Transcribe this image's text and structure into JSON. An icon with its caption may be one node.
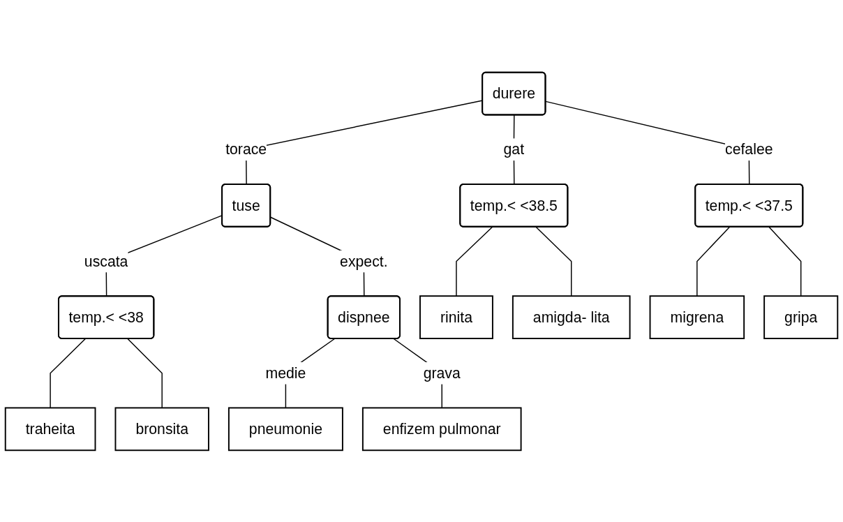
{
  "diagram": {
    "nodes": [
      {
        "text": [
          "durere"
        ]
      },
      {
        "text": [
          "tuse"
        ]
      },
      {
        "text": [
          "temp.< <38.5"
        ]
      },
      {
        "text": [
          "temp.< <37.5"
        ]
      },
      {
        "text": [
          "temp.< <38"
        ]
      },
      {
        "text": [
          "dispnee"
        ]
      },
      {
        "text": [
          "rinita"
        ]
      },
      {
        "text": [
          "amigda- lita"
        ]
      },
      {
        "text": [
          "migrena"
        ]
      },
      {
        "text": [
          "gripa"
        ]
      },
      {
        "text": [
          "traheita"
        ]
      },
      {
        "text": [
          "bronsita"
        ]
      },
      {
        "text": [
          "pneumonie"
        ]
      },
      {
        "text": [
          "enfizem pulmonar"
        ]
      }
    ],
    "edges": [
      {
        "from": 0,
        "to": 1,
        "arrow": "none",
        "label": "torace"
      },
      {
        "from": 0,
        "to": 2,
        "arrow": "none",
        "label": "gat"
      },
      {
        "from": 0,
        "to": 3,
        "arrow": "none",
        "label": "cefalee"
      },
      {
        "from": 1,
        "to": 4,
        "arrow": "none",
        "label": "uscata"
      },
      {
        "from": 1,
        "to": 5,
        "arrow": "none",
        "label": "expect."
      },
      {
        "from": 2,
        "to": 6,
        "arrow": "none"
      },
      {
        "from": 2,
        "to": 7,
        "arrow": "none"
      },
      {
        "from": 3,
        "to": 8,
        "arrow": "none"
      },
      {
        "from": 3,
        "to": 9,
        "arrow": "none"
      },
      {
        "from": 4,
        "to": 10,
        "arrow": "none"
      },
      {
        "from": 4,
        "to": 11,
        "arrow": "none"
      },
      {
        "from": 5,
        "to": 12,
        "arrow": "none",
        "label": "medie"
      },
      {
        "from": 5,
        "to": 13,
        "arrow": "none",
        "label": "grava"
      }
    ]
  }
}
